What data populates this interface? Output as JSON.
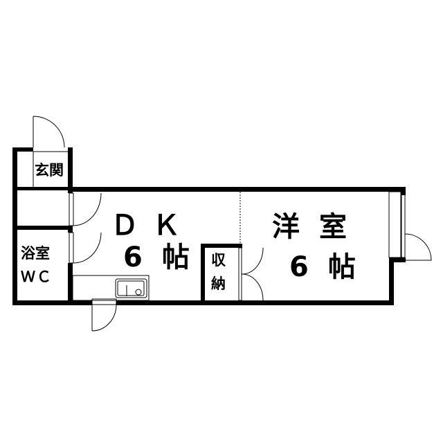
{
  "rooms": {
    "entrance": "玄関",
    "bath": "浴室",
    "wc": "ＷＣ",
    "dk": "ＤＫ",
    "dk_size": "6帖",
    "western": "洋室",
    "western_size": "6帖",
    "closet_top": "収",
    "closet_bottom": "納"
  },
  "colors": {
    "wall": "#000000",
    "background": "#ffffff"
  }
}
